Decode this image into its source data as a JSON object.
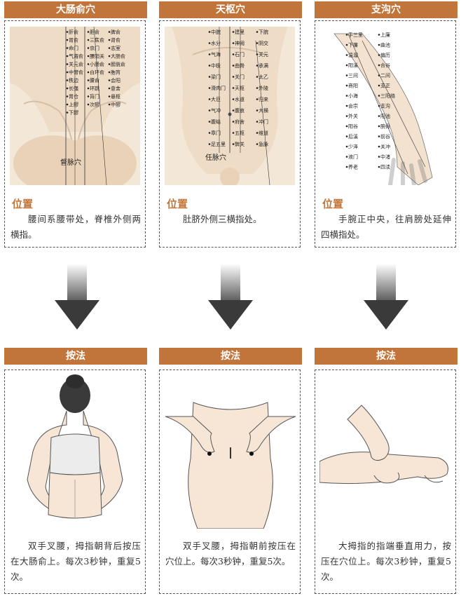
{
  "columns": [
    {
      "acupoint": "大肠俞穴",
      "position_heading": "位置",
      "position_text": "腰间系腰带处，脊椎外侧两横指。",
      "meridian_label": "督脉穴",
      "method_heading": "按法",
      "method_text": "双手叉腰，拇指朝背后按压在大肠俞上。每次3秒钟，重复5次。"
    },
    {
      "acupoint": "天枢穴",
      "position_heading": "位置",
      "position_text": "肚脐外侧三横指处。",
      "meridian_label": "任脉穴",
      "method_heading": "按法",
      "method_text": "双手叉腰，拇指朝前按压在穴位上。每次3秒钟，重复5次。"
    },
    {
      "acupoint": "支沟穴",
      "position_heading": "位置",
      "position_text": "手腕正中央，往肩膀处延伸四横指处。",
      "meridian_label": "",
      "method_heading": "按法",
      "method_text": "大拇指的指端垂直用力，按压在穴位上。每次3秒钟，重复5次。"
    }
  ],
  "colors": {
    "header_bg": "#c2753a",
    "heading_text": "#c2753a",
    "arrow": "#3a3a3a"
  },
  "back_point_labels": [
    "肝俞",
    "胆俞",
    "脾俞",
    "胃俞",
    "三焦俞",
    "肾俞",
    "命门",
    "京门",
    "志室",
    "气海俞",
    "腰阳关",
    "大肠俞",
    "关元俞",
    "小肠俞",
    "膀胱俞",
    "中膂俞",
    "白环俞",
    "胞肓",
    "秩边",
    "腰俞",
    "会阳",
    "长强",
    "环跳",
    "意舍",
    "胃仓",
    "肓门",
    "悬枢",
    "上髎",
    "次髎",
    "中髎",
    "下髎"
  ],
  "abdomen_point_labels": [
    "中脘",
    "建里",
    "下脘",
    "水分",
    "神阙",
    "阴交",
    "气海",
    "石门",
    "关元",
    "中极",
    "曲骨",
    "承满",
    "梁门",
    "关门",
    "太乙",
    "滑肉门",
    "天枢",
    "外陵",
    "大巨",
    "水道",
    "归来",
    "气冲",
    "腹哀",
    "大横",
    "腹结",
    "府舍",
    "冲门",
    "章门",
    "五枢",
    "维道",
    "足五里",
    "髀关",
    "急脉"
  ],
  "arm_point_labels": [
    "手三里",
    "上廉",
    "下廉",
    "曲池",
    "温溜",
    "偏历",
    "阳溪",
    "合谷",
    "三间",
    "二间",
    "商阳",
    "支正",
    "小海",
    "三阳络",
    "会宗",
    "支沟",
    "外关",
    "阳池",
    "阳谷",
    "腕骨",
    "后溪",
    "前谷",
    "少泽",
    "关冲",
    "液门",
    "中渚",
    "养老",
    "四渎"
  ]
}
